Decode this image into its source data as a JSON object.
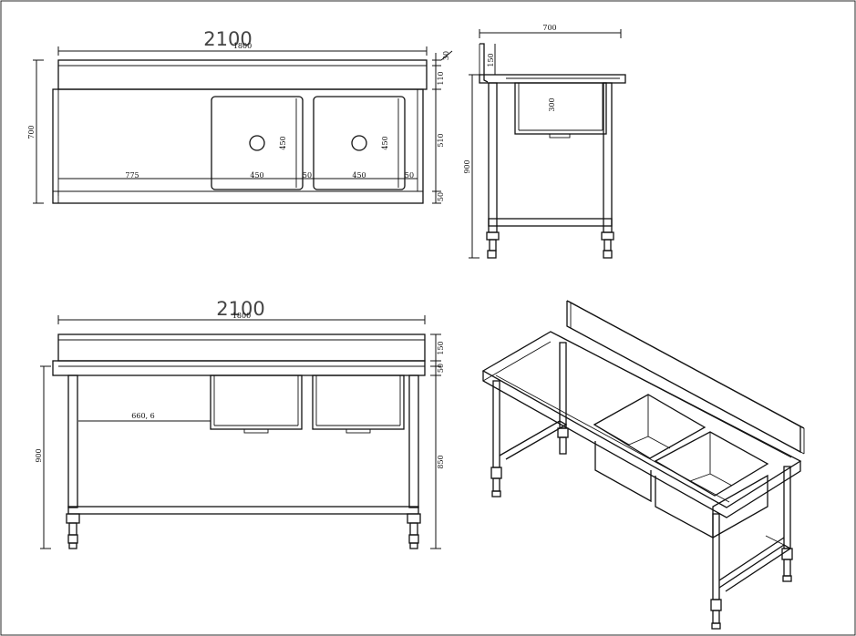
{
  "top_view": {
    "overall_length": "2100",
    "inner_length": "1800",
    "depth": "700",
    "upstand_top": "30",
    "upstand": "110",
    "bowl_zone": "510",
    "front_edge": "50",
    "drainboard": "775",
    "bowl1_width": "450",
    "gap": "50",
    "bowl2_width": "450",
    "end_gap": "50",
    "bowl_depth_1": "450",
    "bowl_depth_2": "450"
  },
  "side_view": {
    "depth": "700",
    "splashback": "150",
    "bowl_height": "300",
    "height": "900"
  },
  "front_view": {
    "overall_length": "2100",
    "inner_length": "1800",
    "splashback": "150",
    "top_thickness": "50",
    "height": "900",
    "leg_height": "850",
    "bowl_offset": "660, 6"
  },
  "colors": {
    "line": "#111111",
    "title_text": "#444444"
  }
}
